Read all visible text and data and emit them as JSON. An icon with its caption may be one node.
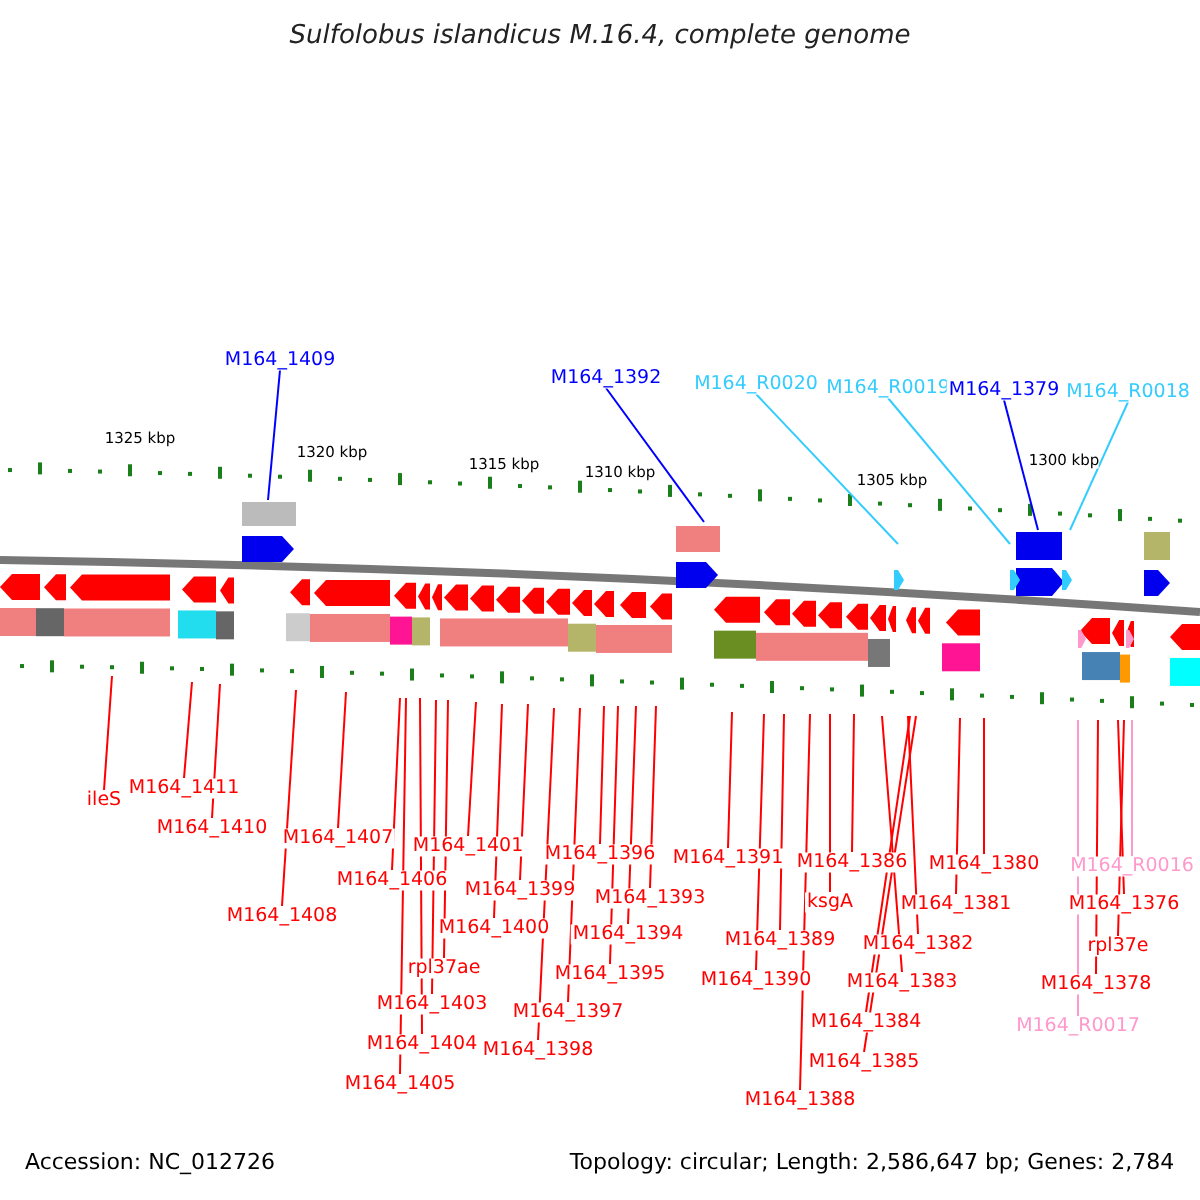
{
  "diagram": {
    "title": "Sulfolobus islandicus M.16.4, complete genome",
    "nodes": [
      {
        "text": [
          "M164_1409"
        ]
      },
      {
        "text": [
          "M164_1392"
        ]
      },
      {
        "text": [
          "M164_R0020"
        ]
      },
      {
        "text": [
          "M164_R0019"
        ]
      },
      {
        "text": [
          "M164_1379"
        ]
      },
      {
        "text": [
          "M164_R0018"
        ]
      },
      {
        "text": [
          "ileS"
        ]
      },
      {
        "text": [
          "M164_1411"
        ]
      },
      {
        "text": [
          "M164_1410"
        ]
      },
      {
        "text": [
          "M164_1407"
        ]
      },
      {
        "text": [
          "M164_1401"
        ]
      },
      {
        "text": [
          "M164_1406"
        ]
      },
      {
        "text": [
          "M164_1399"
        ]
      },
      {
        "text": [
          "M164_1408"
        ]
      },
      {
        "text": [
          "M164_1400"
        ]
      },
      {
        "text": [
          "rpl37ae"
        ]
      },
      {
        "text": [
          "M164_1403"
        ]
      },
      {
        "text": [
          "M164_1404"
        ]
      },
      {
        "text": [
          "M164_1405"
        ]
      },
      {
        "text": [
          "M164_1396"
        ]
      },
      {
        "text": [
          "M164_1393"
        ]
      },
      {
        "text": [
          "M164_1394"
        ]
      },
      {
        "text": [
          "M164_1395"
        ]
      },
      {
        "text": [
          "M164_1397"
        ]
      },
      {
        "text": [
          "M164_1398"
        ]
      },
      {
        "text": [
          "M164_1391"
        ]
      },
      {
        "text": [
          "M164_1386"
        ]
      },
      {
        "text": [
          "M164_1380"
        ]
      },
      {
        "text": [
          "M164_R0016"
        ]
      },
      {
        "text": [
          "ksgA"
        ]
      },
      {
        "text": [
          "M164_1381"
        ]
      },
      {
        "text": [
          "M164_1376"
        ]
      },
      {
        "text": [
          "M164_1389"
        ]
      },
      {
        "text": [
          "M164_1382"
        ]
      },
      {
        "text": [
          "rpl37e"
        ]
      },
      {
        "text": [
          "M164_1390"
        ]
      },
      {
        "text": [
          "M164_1383"
        ]
      },
      {
        "text": [
          "M164_1378"
        ]
      },
      {
        "text": [
          "M164_1384"
        ]
      },
      {
        "text": [
          "M164_R0017"
        ]
      },
      {
        "text": [
          "M164_1385"
        ]
      },
      {
        "text": [
          "M164_1388"
        ]
      }
    ],
    "edges": [
      {
        "from": 0,
        "to": null,
        "arrow": "none",
        "color": "#0000ff"
      },
      {
        "from": 1,
        "to": null,
        "arrow": "none",
        "color": "#0000ff"
      },
      {
        "from": 2,
        "to": null,
        "arrow": "none",
        "color": "#33ccff"
      },
      {
        "from": 3,
        "to": null,
        "arrow": "none",
        "color": "#33ccff"
      },
      {
        "from": 4,
        "to": null,
        "arrow": "none",
        "color": "#0000ff"
      },
      {
        "from": 5,
        "to": null,
        "arrow": "none",
        "color": "#33ccff"
      },
      {
        "from": 6,
        "to": null,
        "arrow": "none"
      },
      {
        "from": 7,
        "to": null,
        "arrow": "none"
      },
      {
        "from": 8,
        "to": null,
        "arrow": "none"
      },
      {
        "from": 9,
        "to": null,
        "arrow": "none"
      },
      {
        "from": 10,
        "to": null,
        "arrow": "none"
      },
      {
        "from": 11,
        "to": null,
        "arrow": "none"
      },
      {
        "from": 12,
        "to": null,
        "arrow": "none"
      },
      {
        "from": 13,
        "to": null,
        "arrow": "none"
      },
      {
        "from": 14,
        "to": null,
        "arrow": "none"
      },
      {
        "from": 15,
        "to": null,
        "arrow": "none"
      },
      {
        "from": 16,
        "to": null,
        "arrow": "none"
      },
      {
        "from": 17,
        "to": null,
        "arrow": "none"
      },
      {
        "from": 18,
        "to": null,
        "arrow": "none"
      },
      {
        "from": 19,
        "to": null,
        "arrow": "none"
      },
      {
        "from": 20,
        "to": null,
        "arrow": "none"
      },
      {
        "from": 21,
        "to": null,
        "arrow": "none"
      },
      {
        "from": 22,
        "to": null,
        "arrow": "none"
      },
      {
        "from": 23,
        "to": null,
        "arrow": "none"
      },
      {
        "from": 24,
        "to": null,
        "arrow": "none"
      },
      {
        "from": 25,
        "to": null,
        "arrow": "none"
      },
      {
        "from": 26,
        "to": null,
        "arrow": "none"
      },
      {
        "from": 27,
        "to": null,
        "arrow": "none"
      },
      {
        "from": 28,
        "to": null,
        "arrow": "none",
        "color": "#ff99cc"
      },
      {
        "from": 29,
        "to": null,
        "arrow": "none"
      },
      {
        "from": 30,
        "to": null,
        "arrow": "none"
      },
      {
        "from": 31,
        "to": null,
        "arrow": "none"
      },
      {
        "from": 32,
        "to": null,
        "arrow": "none"
      },
      {
        "from": 33,
        "to": null,
        "arrow": "none"
      },
      {
        "from": 34,
        "to": null,
        "arrow": "none"
      },
      {
        "from": 35,
        "to": null,
        "arrow": "none"
      },
      {
        "from": 36,
        "to": null,
        "arrow": "none"
      },
      {
        "from": 37,
        "to": null,
        "arrow": "none"
      },
      {
        "from": 38,
        "to": null,
        "arrow": "none"
      },
      {
        "from": 39,
        "to": null,
        "arrow": "none",
        "color": "#ff99cc"
      },
      {
        "from": 40,
        "to": null,
        "arrow": "none"
      },
      {
        "from": 41,
        "to": null,
        "arrow": "none"
      }
    ],
    "labels": [
      "1325 kbp",
      "1320 kbp",
      "1315 kbp",
      "1310 kbp",
      "1305 kbp",
      "1300 kbp",
      "Accession: NC_012726",
      "Topology: circular; Length: 2,586,647 bp; Genes: 2,784"
    ]
  }
}
